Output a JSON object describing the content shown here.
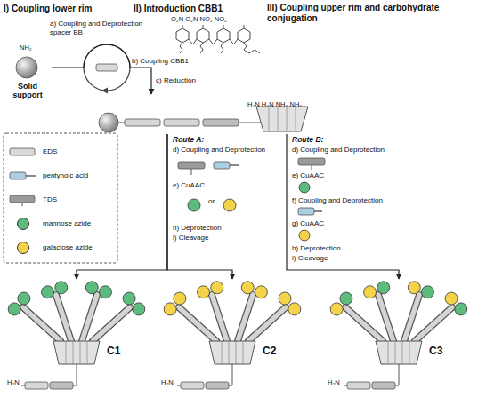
{
  "diagram": {
    "nodes": [
      {
        "text": [
          "Solid support"
        ]
      },
      {
        "text": [
          "H₂N H₂N NH₂ NH₂"
        ]
      },
      {
        "text": [
          "C1"
        ]
      },
      {
        "text": [
          "C2"
        ]
      },
      {
        "text": [
          "C3"
        ]
      }
    ],
    "edges": [
      {
        "from": 0,
        "to": 1,
        "arrow": "to"
      },
      {
        "from": 1,
        "to": 2,
        "arrow": "to"
      },
      {
        "from": 1,
        "to": 3,
        "arrow": "to"
      },
      {
        "from": 1,
        "to": 4,
        "arrow": "to"
      }
    ],
    "labels": [
      "I) Coupling lower rim",
      "II) Introduction CBB1",
      "III) Coupling upper rim and carbohydrate conjugation",
      "a) Coupling and Deprotection spacer BB",
      "b) Coupling CBB1",
      "c) Reduction",
      "NH₂",
      "O₂N O₂N NO₂ NO₂",
      "Route A:",
      "d) Coupling and Deprotection",
      "e) CuAAC",
      "or",
      "h) Deprotection",
      "i) Cleavage",
      "Route B:",
      "d) Coupling and Deprotection",
      "e) CuAAC",
      "f) Coupling and Deprotection",
      "g) CuAAC",
      "h) Deprotection",
      "i) Cleavage",
      "H₂N",
      "H₂N",
      "H₂N"
    ],
    "legend": [
      {
        "text": "EDS"
      },
      {
        "text": "pentynoic acid"
      },
      {
        "text": "TDS"
      },
      {
        "text": "mannose azide",
        "color": "#5dbb7e"
      },
      {
        "text": "galactose azide",
        "color": "#f4d34a"
      }
    ]
  }
}
